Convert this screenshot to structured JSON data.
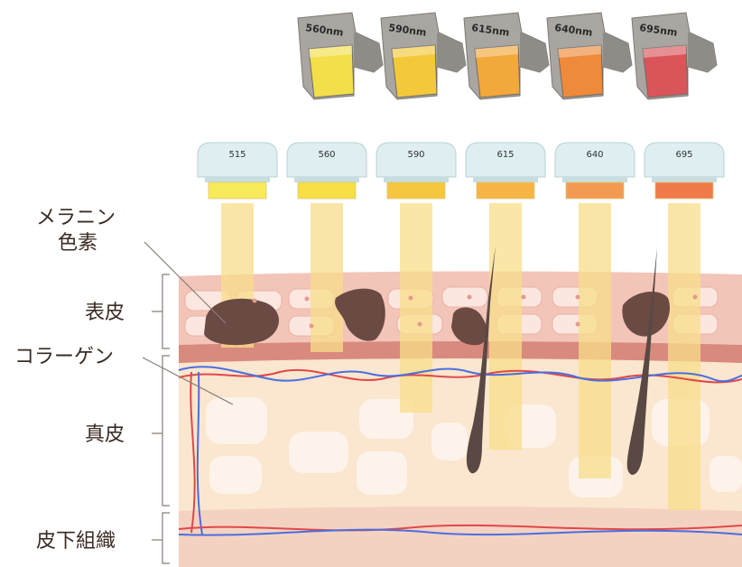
{
  "cartridges": [
    {
      "label": "560nm",
      "color": "#f2df4a"
    },
    {
      "label": "590nm",
      "color": "#f3c93a"
    },
    {
      "label": "615nm",
      "color": "#f2a83a"
    },
    {
      "label": "640nm",
      "color": "#ee8a3a"
    },
    {
      "label": "695nm",
      "color": "#d9555a"
    }
  ],
  "heads": [
    {
      "label": "515",
      "color": "#f7ea5a"
    },
    {
      "label": "560",
      "color": "#f7df45"
    },
    {
      "label": "590",
      "color": "#f6c640"
    },
    {
      "label": "615",
      "color": "#f5b444"
    },
    {
      "label": "640",
      "color": "#f39a52"
    },
    {
      "label": "695",
      "color": "#f07a4a"
    }
  ],
  "labels": {
    "melanin_line1": "メラニン",
    "melanin_line2": "色素",
    "epidermis": "表皮",
    "collagen": "コラーゲン",
    "dermis": "真皮",
    "subcutaneous": "皮下組織"
  },
  "colors": {
    "beam": "#f8de8a",
    "melanin": "#6b4a44",
    "hair": "#5a4844",
    "artery": "#e0484a",
    "vein": "#4a6ee0",
    "epidermis": "#f2c5b8",
    "dermis": "#fbe6cf",
    "subcutaneous": "#f4d2c2"
  }
}
